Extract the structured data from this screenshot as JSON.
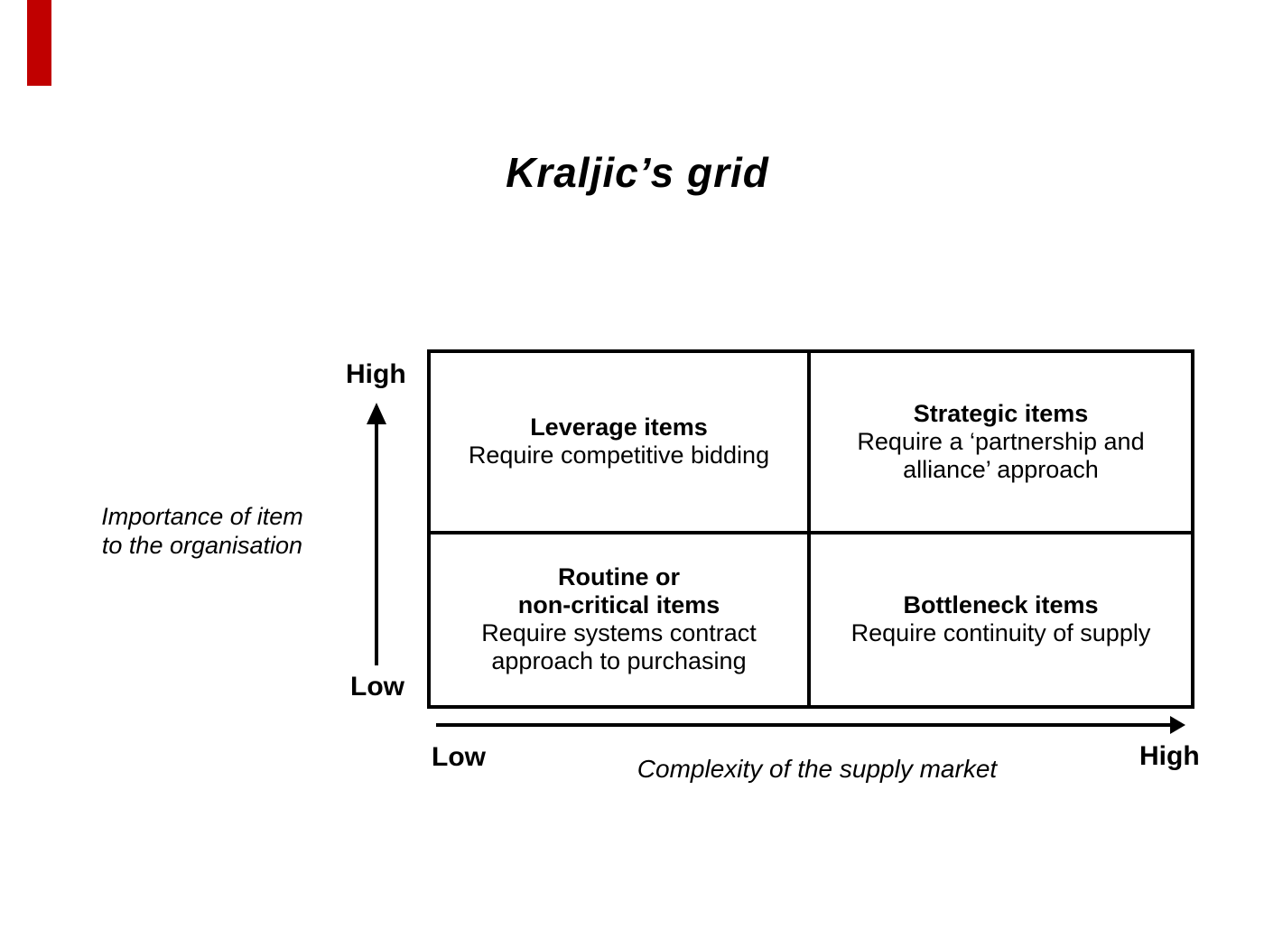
{
  "title": "Kraljic’s grid",
  "accent": {
    "red_bar_color": "#c00000"
  },
  "colors": {
    "line": "#000000",
    "text": "#000000",
    "background": "#ffffff"
  },
  "y_axis": {
    "high_label": "High",
    "low_label": "Low",
    "caption_lines": [
      "Importance of item",
      "to the organisation"
    ]
  },
  "x_axis": {
    "low_label": "Low",
    "high_label": "High",
    "caption": "Complexity of the supply market"
  },
  "quadrants": [
    {
      "id": "leverage",
      "position": "top-left",
      "title_lines": [
        "Leverage items"
      ],
      "subtitle_lines": [
        "Require competitive bidding"
      ]
    },
    {
      "id": "strategic",
      "position": "top-right",
      "title_lines": [
        "Strategic items"
      ],
      "subtitle_lines": [
        "Require a ‘partnership and",
        "alliance’ approach"
      ]
    },
    {
      "id": "routine",
      "position": "bottom-left",
      "title_lines": [
        "Routine or",
        "non-critical items"
      ],
      "subtitle_lines": [
        "Require systems contract",
        "approach to purchasing"
      ]
    },
    {
      "id": "bottleneck",
      "position": "bottom-right",
      "title_lines": [
        "Bottleneck items"
      ],
      "subtitle_lines": [
        "Require continuity of supply"
      ]
    }
  ]
}
